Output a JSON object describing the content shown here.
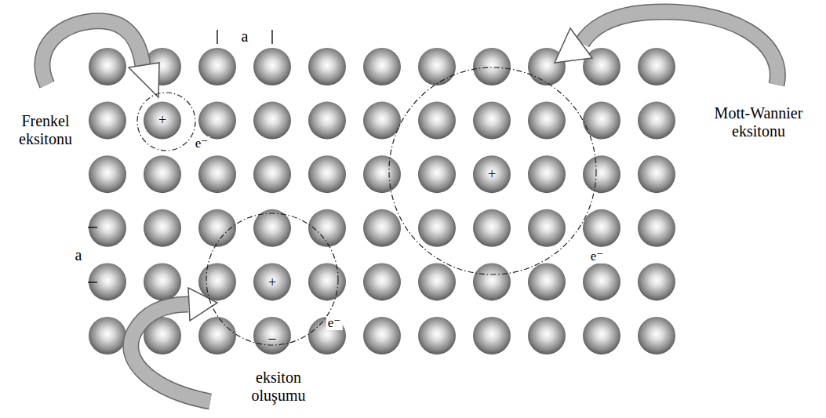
{
  "diagram": {
    "nodes": [
      {
        "text": [
          "+",
          "e⁻"
        ]
      },
      {
        "text": [
          "+",
          "e⁻"
        ]
      },
      {
        "text": [
          "+",
          "e⁻",
          "–"
        ]
      }
    ],
    "labels": [
      "a",
      "Frenkel eksitonu",
      "Mott-Wannier eksitonu",
      "a",
      "eksiton oluşumu"
    ]
  }
}
